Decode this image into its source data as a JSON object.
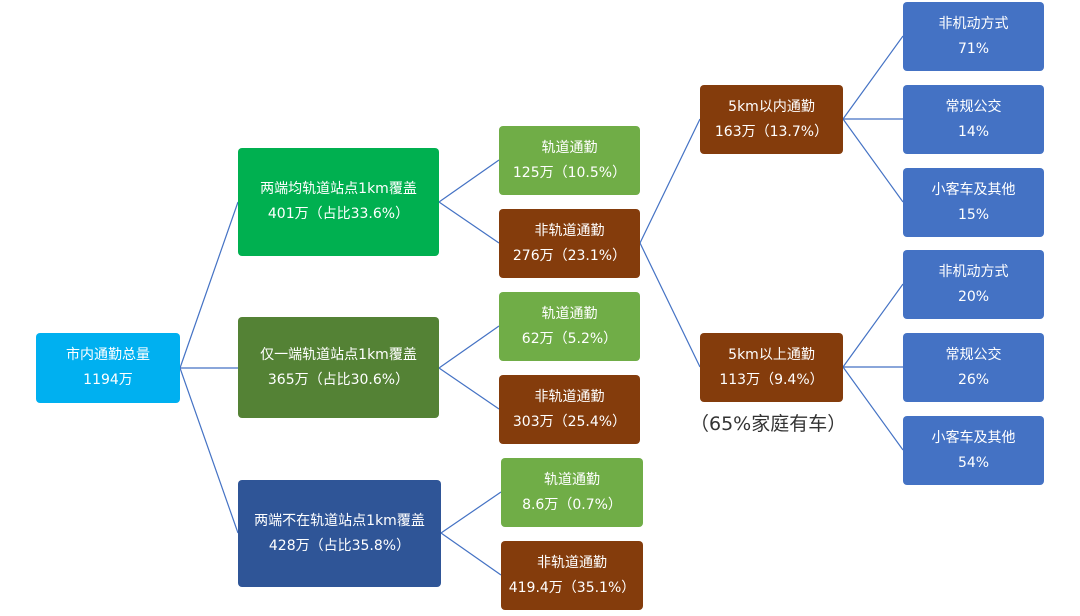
{
  "colors": {
    "root": "#00b0f0",
    "both": "#00b050",
    "one": "#548235",
    "none": "#2f5597",
    "rail": "#70ad47",
    "nonrail": "#843c0c",
    "mode": "#4472c4",
    "line": "#4472c4"
  },
  "root": {
    "label": "市内通勤总量",
    "value": "1194万"
  },
  "coverage": [
    {
      "label": "两端均轨道站点1km覆盖",
      "value": "401万（占比33.6%）"
    },
    {
      "label": "仅一端轨道站点1km覆盖",
      "value": "365万（占比30.6%）"
    },
    {
      "label": "两端不在轨道站点1km覆盖",
      "value": "428万（占比35.8%）"
    }
  ],
  "commute": [
    {
      "label": "轨道通勤",
      "value": "125万（10.5%）"
    },
    {
      "label": "非轨道通勤",
      "value": "276万（23.1%）"
    },
    {
      "label": "轨道通勤",
      "value": "62万（5.2%）"
    },
    {
      "label": "非轨道通勤",
      "value": "303万（25.4%）"
    },
    {
      "label": "轨道通勤",
      "value": "8.6万（0.7%）"
    },
    {
      "label": "非轨道通勤",
      "value": "419.4万（35.1%）"
    }
  ],
  "distance": [
    {
      "label": "5km以内通勤",
      "value": "163万（13.7%）"
    },
    {
      "label": "5km以上通勤",
      "value": "113万（9.4%）",
      "note": "（65%家庭有车）"
    }
  ],
  "modes": [
    {
      "label": "非机动方式",
      "value": "71%"
    },
    {
      "label": "常规公交",
      "value": "14%"
    },
    {
      "label": "小客车及其他",
      "value": "15%"
    },
    {
      "label": "非机动方式",
      "value": "20%"
    },
    {
      "label": "常规公交",
      "value": "26%"
    },
    {
      "label": "小客车及其他",
      "value": "54%"
    }
  ]
}
